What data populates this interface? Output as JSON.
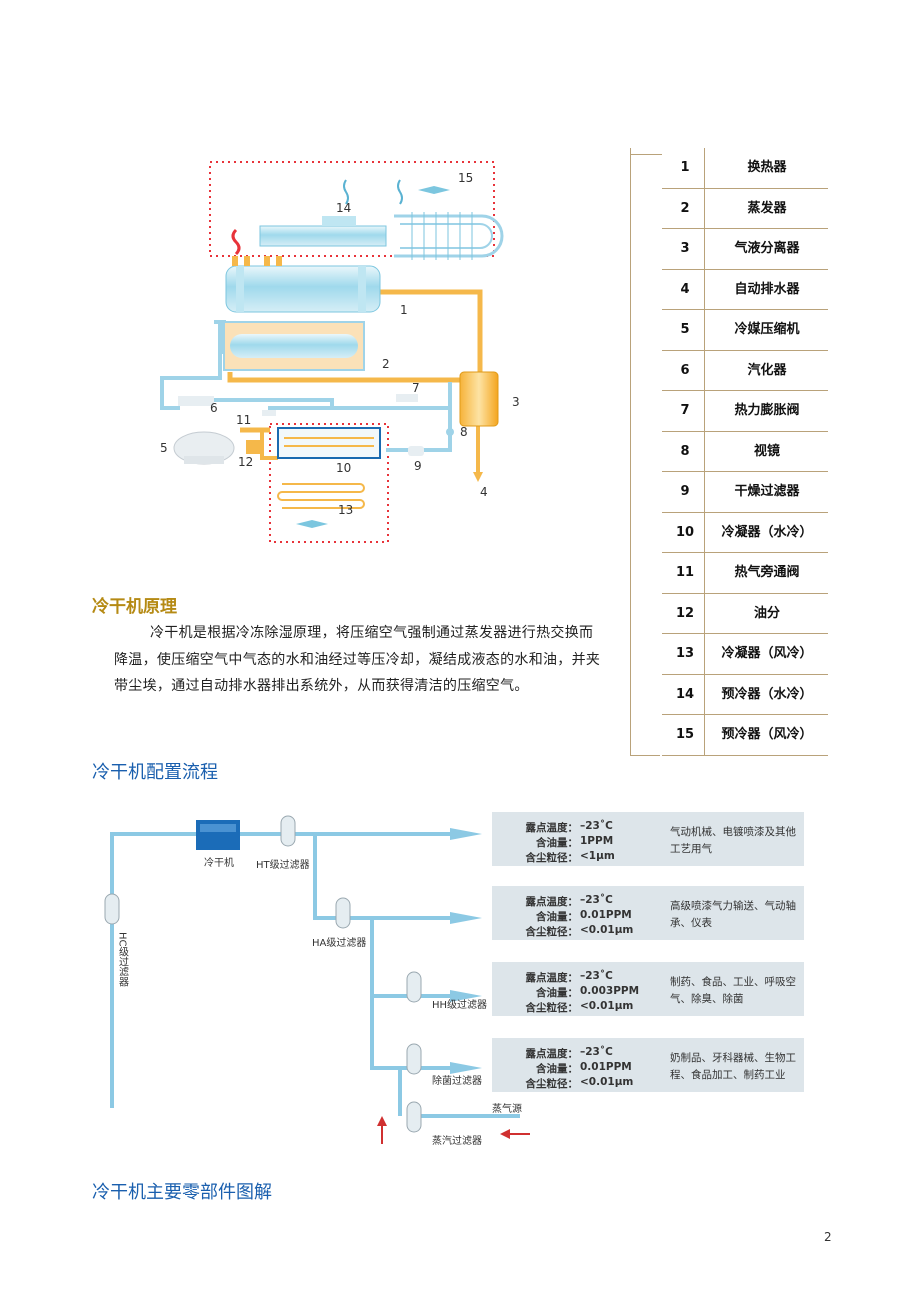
{
  "diagram1": {
    "labels": [
      "1",
      "2",
      "3",
      "4",
      "5",
      "6",
      "7",
      "8",
      "9",
      "10",
      "11",
      "12",
      "13",
      "14",
      "15"
    ]
  },
  "legend": [
    {
      "num": "1",
      "name": "换热器"
    },
    {
      "num": "2",
      "name": "蒸发器"
    },
    {
      "num": "3",
      "name": "气液分离器"
    },
    {
      "num": "4",
      "name": "自动排水器"
    },
    {
      "num": "5",
      "name": "冷媒压缩机"
    },
    {
      "num": "6",
      "name": "汽化器"
    },
    {
      "num": "7",
      "name": "热力膨胀阀"
    },
    {
      "num": "8",
      "name": "视镜"
    },
    {
      "num": "9",
      "name": "干燥过滤器"
    },
    {
      "num": "10",
      "name": "冷凝器（水冷）"
    },
    {
      "num": "11",
      "name": "热气旁通阀"
    },
    {
      "num": "12",
      "name": "油分"
    },
    {
      "num": "13",
      "name": "冷凝器（风冷）"
    },
    {
      "num": "14",
      "name": "预冷器（水冷）"
    },
    {
      "num": "15",
      "name": "预冷器（风冷）"
    }
  ],
  "principle": {
    "title": "冷干机原理",
    "body": "冷干机是根据冷冻除湿原理，将压缩空气强制通过蒸发器进行热交换而降温，使压缩空气中气态的水和油经过等压冷却，凝结成液态的水和油，并夹带尘埃，通过自动排水器排出系统外，从而获得清洁的压缩空气。"
  },
  "flow": {
    "title": "冷干机配置流程",
    "labels": {
      "dryer": "冷干机",
      "ht": "HT级过滤器",
      "ha": "HA级过滤器",
      "hh": "HH级过滤器",
      "sterile": "除菌过滤器",
      "steam_filter": "蒸汽过滤器",
      "steam_source": "蒸气源",
      "hc": "HC级过滤器"
    },
    "specs": [
      {
        "dew_k": "露点温度：",
        "dew_v": "–23˚C",
        "oil_k": "含油量：",
        "oil_v": "1PPM",
        "dust_k": "含尘粒径：",
        "dust_v": "<1μm",
        "use": "气动机械、电镀喷漆及其他工艺用气"
      },
      {
        "dew_k": "露点温度：",
        "dew_v": "–23˚C",
        "oil_k": "含油量：",
        "oil_v": "0.01PPM",
        "dust_k": "含尘粒径：",
        "dust_v": "<0.01μm",
        "use": "高级喷漆气力输送、气动轴承、仪表"
      },
      {
        "dew_k": "露点温度：",
        "dew_v": "–23˚C",
        "oil_k": "含油量：",
        "oil_v": "0.003PPM",
        "dust_k": "含尘粒径：",
        "dust_v": "<0.01μm",
        "use": "制药、食品、工业、呼吸空气、除臭、除菌"
      },
      {
        "dew_k": "露点温度：",
        "dew_v": "–23˚C",
        "oil_k": "含油量：",
        "oil_v": "0.01PPM",
        "dust_k": "含尘粒径：",
        "dust_v": "<0.01μm",
        "use": "奶制品、牙科器械、生物工程、食品加工、制药工业"
      }
    ]
  },
  "parts_title": "冷干机主要零部件图解",
  "page_number": "2"
}
